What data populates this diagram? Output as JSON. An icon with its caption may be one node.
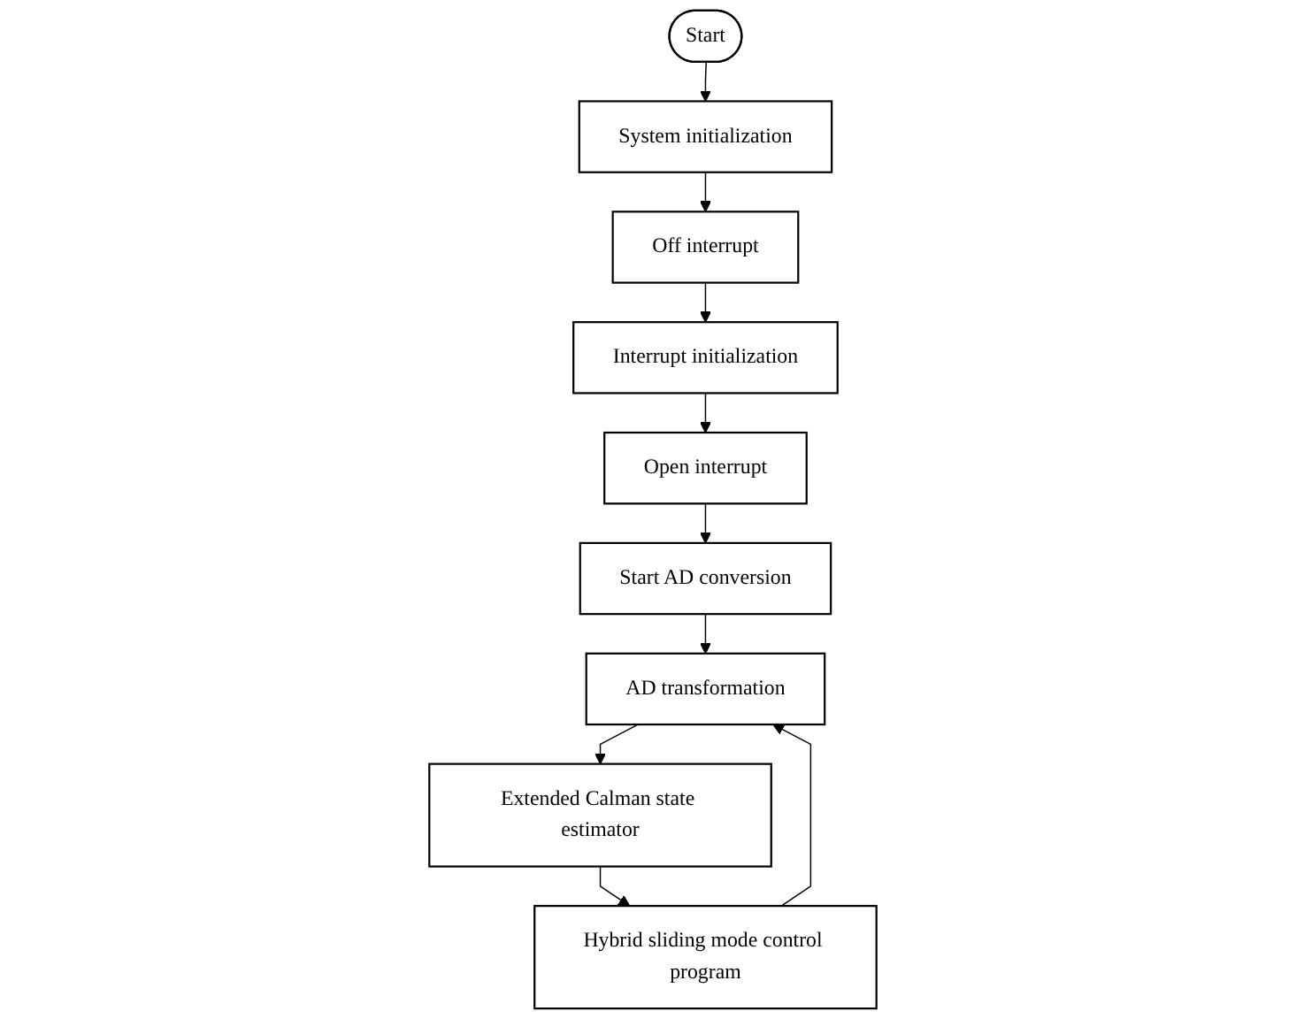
{
  "diagram": {
    "nodes": [
      {
        "text": [
          "Start"
        ]
      },
      {
        "text": [
          "System initialization"
        ]
      },
      {
        "text": [
          "Off interrupt"
        ]
      },
      {
        "text": [
          "Interrupt initialization"
        ]
      },
      {
        "text": [
          "Open interrupt"
        ]
      },
      {
        "text": [
          "Start AD conversion"
        ]
      },
      {
        "text": [
          "AD transformation"
        ]
      },
      {
        "text": [
          "Extended Calman state estimator"
        ]
      },
      {
        "text": [
          "Hybrid sliding mode control program"
        ]
      }
    ],
    "edges": [
      {
        "from": 0,
        "to": 1,
        "arrow": "to"
      },
      {
        "from": 1,
        "to": 2,
        "arrow": "to"
      },
      {
        "from": 2,
        "to": 3,
        "arrow": "to"
      },
      {
        "from": 3,
        "to": 4,
        "arrow": "to"
      },
      {
        "from": 4,
        "to": 5,
        "arrow": "to"
      },
      {
        "from": 5,
        "to": 6,
        "arrow": "to"
      },
      {
        "from": 6,
        "to": 7,
        "arrow": "to"
      },
      {
        "from": 7,
        "to": 8,
        "arrow": "to"
      },
      {
        "from": 8,
        "to": 6,
        "arrow": "to"
      }
    ]
  }
}
